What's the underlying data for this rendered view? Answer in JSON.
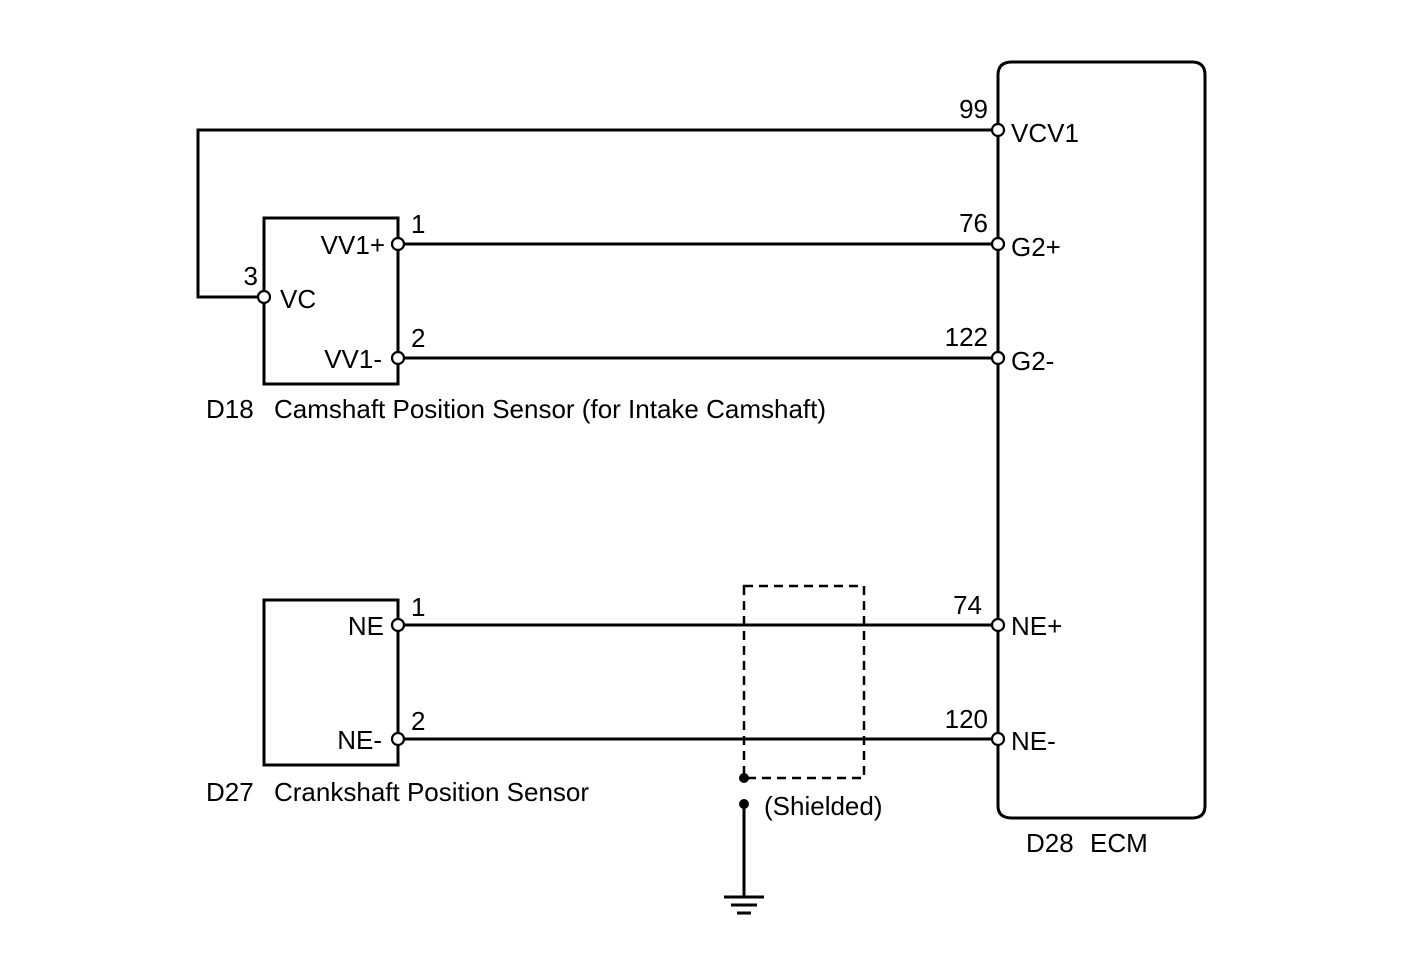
{
  "components": {
    "cam_sensor": {
      "id": "D18",
      "name": "Camshaft Position Sensor (for Intake Camshaft)"
    },
    "crank_sensor": {
      "id": "D27",
      "name": "Crankshaft Position Sensor"
    },
    "ecm": {
      "id": "D28",
      "name": "ECM"
    }
  },
  "cam_pins": [
    {
      "num": "1",
      "label": "VV1+"
    },
    {
      "num": "2",
      "label": "VV1-"
    },
    {
      "num": "3",
      "label": "VC"
    }
  ],
  "crank_pins": [
    {
      "num": "1",
      "label": "NE"
    },
    {
      "num": "2",
      "label": "NE-"
    }
  ],
  "ecm_pins": [
    {
      "num": "99",
      "label": "VCV1"
    },
    {
      "num": "76",
      "label": "G2+"
    },
    {
      "num": "122",
      "label": "G2-"
    },
    {
      "num": "74",
      "label": "NE+"
    },
    {
      "num": "120",
      "label": "NE-"
    }
  ],
  "shield": {
    "label": "(Shielded)"
  }
}
